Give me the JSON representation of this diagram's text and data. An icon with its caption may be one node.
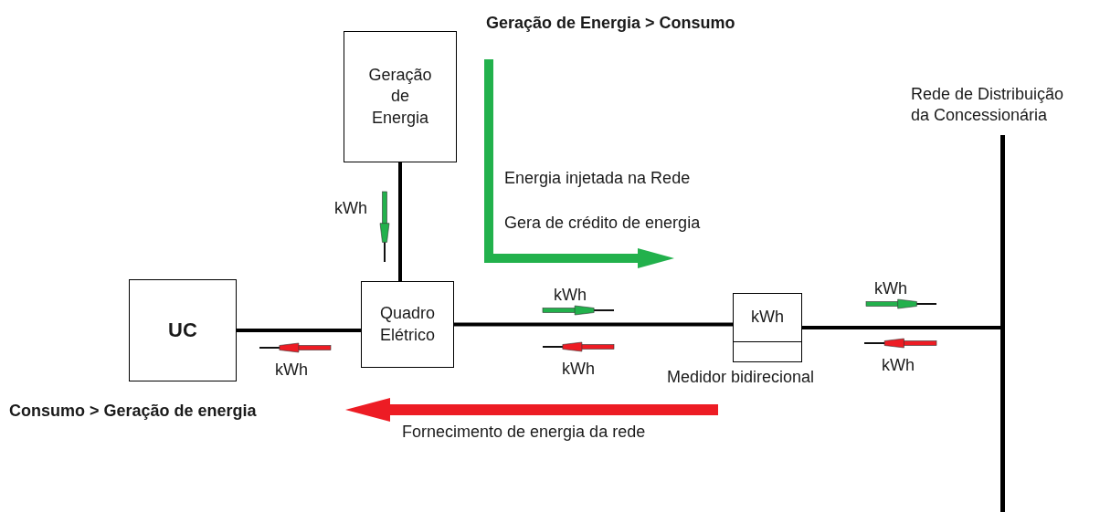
{
  "diagram": {
    "nodes": [
      {
        "text": [
          "Geração de Energia"
        ]
      },
      {
        "text": [
          "UC"
        ]
      },
      {
        "text": [
          "Quadro Elétrico"
        ]
      },
      {
        "text": [
          "kWh"
        ],
        "beside": [
          "Medidor bidirecional"
        ]
      },
      {
        "text": [],
        "shape": "bar",
        "beside": [
          "Rede de Distribuição da Concessionária"
        ]
      }
    ],
    "edges": [
      {
        "from": 0,
        "to": 2,
        "arrow": "none"
      },
      {
        "from": 1,
        "to": 2,
        "arrow": "none"
      },
      {
        "from": 2,
        "to": 3,
        "arrow": "none"
      },
      {
        "from": 3,
        "to": 4,
        "arrow": "none"
      }
    ],
    "labels": [
      "Geração de Energia > Consumo",
      "Energia injetada na Rede",
      "Gera de crédito de energia",
      "kWh",
      "kWh",
      "kWh",
      "kWh",
      "kWh",
      "kWh",
      "Consumo > Geração de energia",
      "Fornecimento de energia da rede"
    ]
  }
}
